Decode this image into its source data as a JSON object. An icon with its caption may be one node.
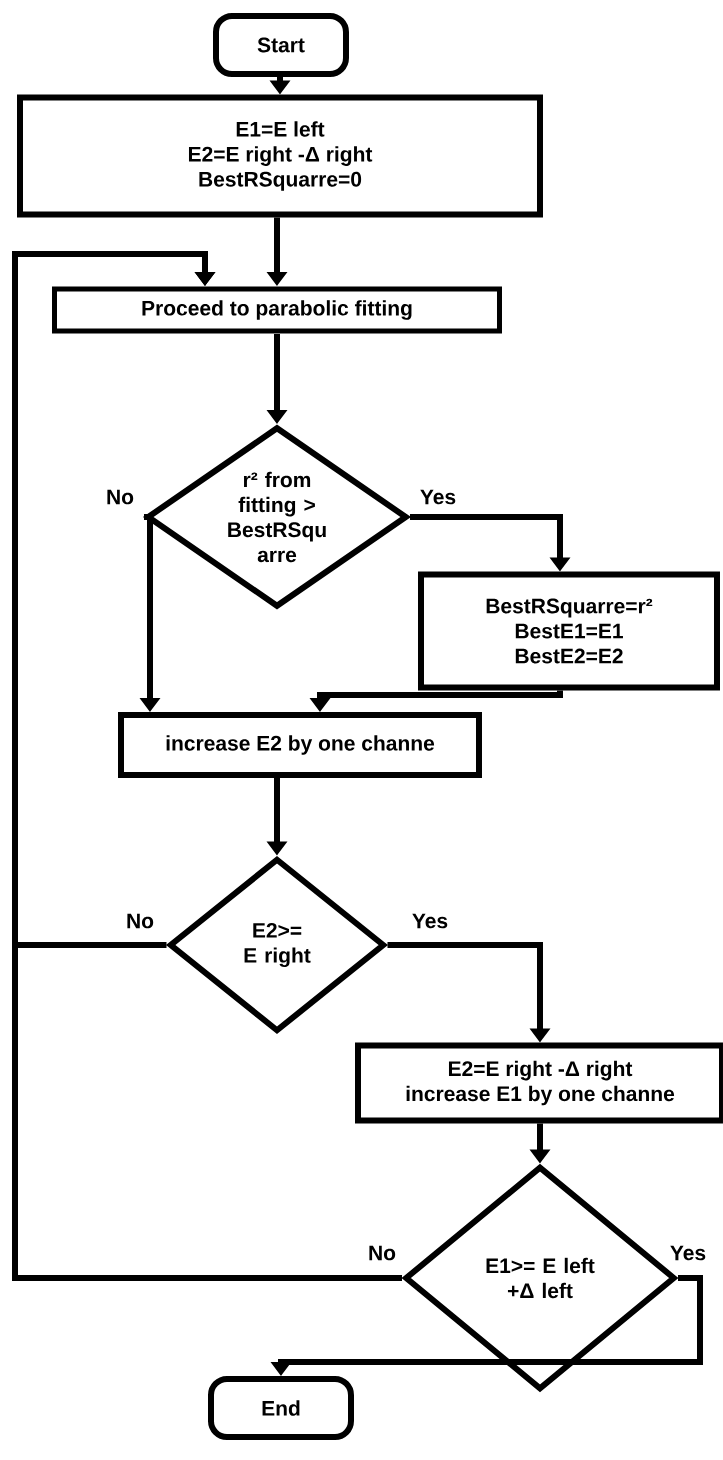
{
  "diagram": {
    "nodes": [
      {
        "text": [
          "Start"
        ]
      },
      {
        "text": [
          "E1=E left",
          "E2=E right -Δ right",
          "BestRSquarre=0"
        ]
      },
      {
        "text": [
          "Proceed to parabolic fitting"
        ]
      },
      {
        "text": [
          "r² from fitting > BestRSqu arre"
        ]
      },
      {
        "text": [
          "BestRSquarre=r²",
          "BestE1=E1",
          "BestE2=E2"
        ]
      },
      {
        "text": [
          "increase E2 by one channe"
        ]
      },
      {
        "text": [
          "E2>= E right"
        ]
      },
      {
        "text": [
          "E2=E right -Δ right",
          "increase E1 by one channe"
        ]
      },
      {
        "text": [
          "E1>= E left +Δ left"
        ]
      },
      {
        "text": [
          "End"
        ]
      }
    ],
    "edges": [
      {
        "from": 0,
        "to": 1,
        "arrow": "to"
      },
      {
        "from": 1,
        "to": 2,
        "arrow": "to"
      },
      {
        "from": 2,
        "to": 3,
        "arrow": "to"
      },
      {
        "from": 3,
        "to": 4,
        "arrow": "to",
        "label": "Yes"
      },
      {
        "from": 3,
        "to": 5,
        "arrow": "to",
        "label": "No"
      },
      {
        "from": 4,
        "to": 5,
        "arrow": "to"
      },
      {
        "from": 5,
        "to": 6,
        "arrow": "to"
      },
      {
        "from": 6,
        "to": 2,
        "arrow": "to",
        "label": "No"
      },
      {
        "from": 6,
        "to": 7,
        "arrow": "to",
        "label": "Yes"
      },
      {
        "from": 7,
        "to": 8,
        "arrow": "to"
      },
      {
        "from": 8,
        "to": 2,
        "arrow": "to",
        "label": "No"
      },
      {
        "from": 8,
        "to": 9,
        "arrow": "to",
        "label": "Yes"
      }
    ]
  }
}
